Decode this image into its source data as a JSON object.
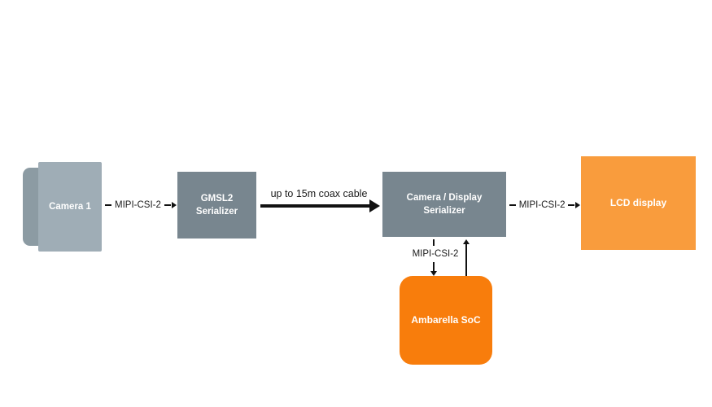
{
  "nodes": {
    "camera": {
      "label": "Camera 1",
      "color": "#9FADB6"
    },
    "gmsl2_serializer": {
      "line1": "GMSL2",
      "line2": "Serializer",
      "color": "#78868F"
    },
    "camera_display_serializer": {
      "line1": "Camera / Display",
      "line2": "Serializer",
      "color": "#78868F"
    },
    "lcd_display": {
      "label": "LCD display",
      "color": "#F99C3D"
    },
    "ambarella_soc": {
      "label": "Ambarella SoC",
      "color": "#F87D0C"
    }
  },
  "links": {
    "camera_to_gmsl2": {
      "label": "MIPI-CSI-2"
    },
    "gmsl2_to_serializer": {
      "label": "up to 15m coax cable"
    },
    "serializer_to_lcd": {
      "label": "MIPI-CSI-2"
    },
    "serializer_to_soc": {
      "label": "MIPI-CSI-2"
    }
  }
}
